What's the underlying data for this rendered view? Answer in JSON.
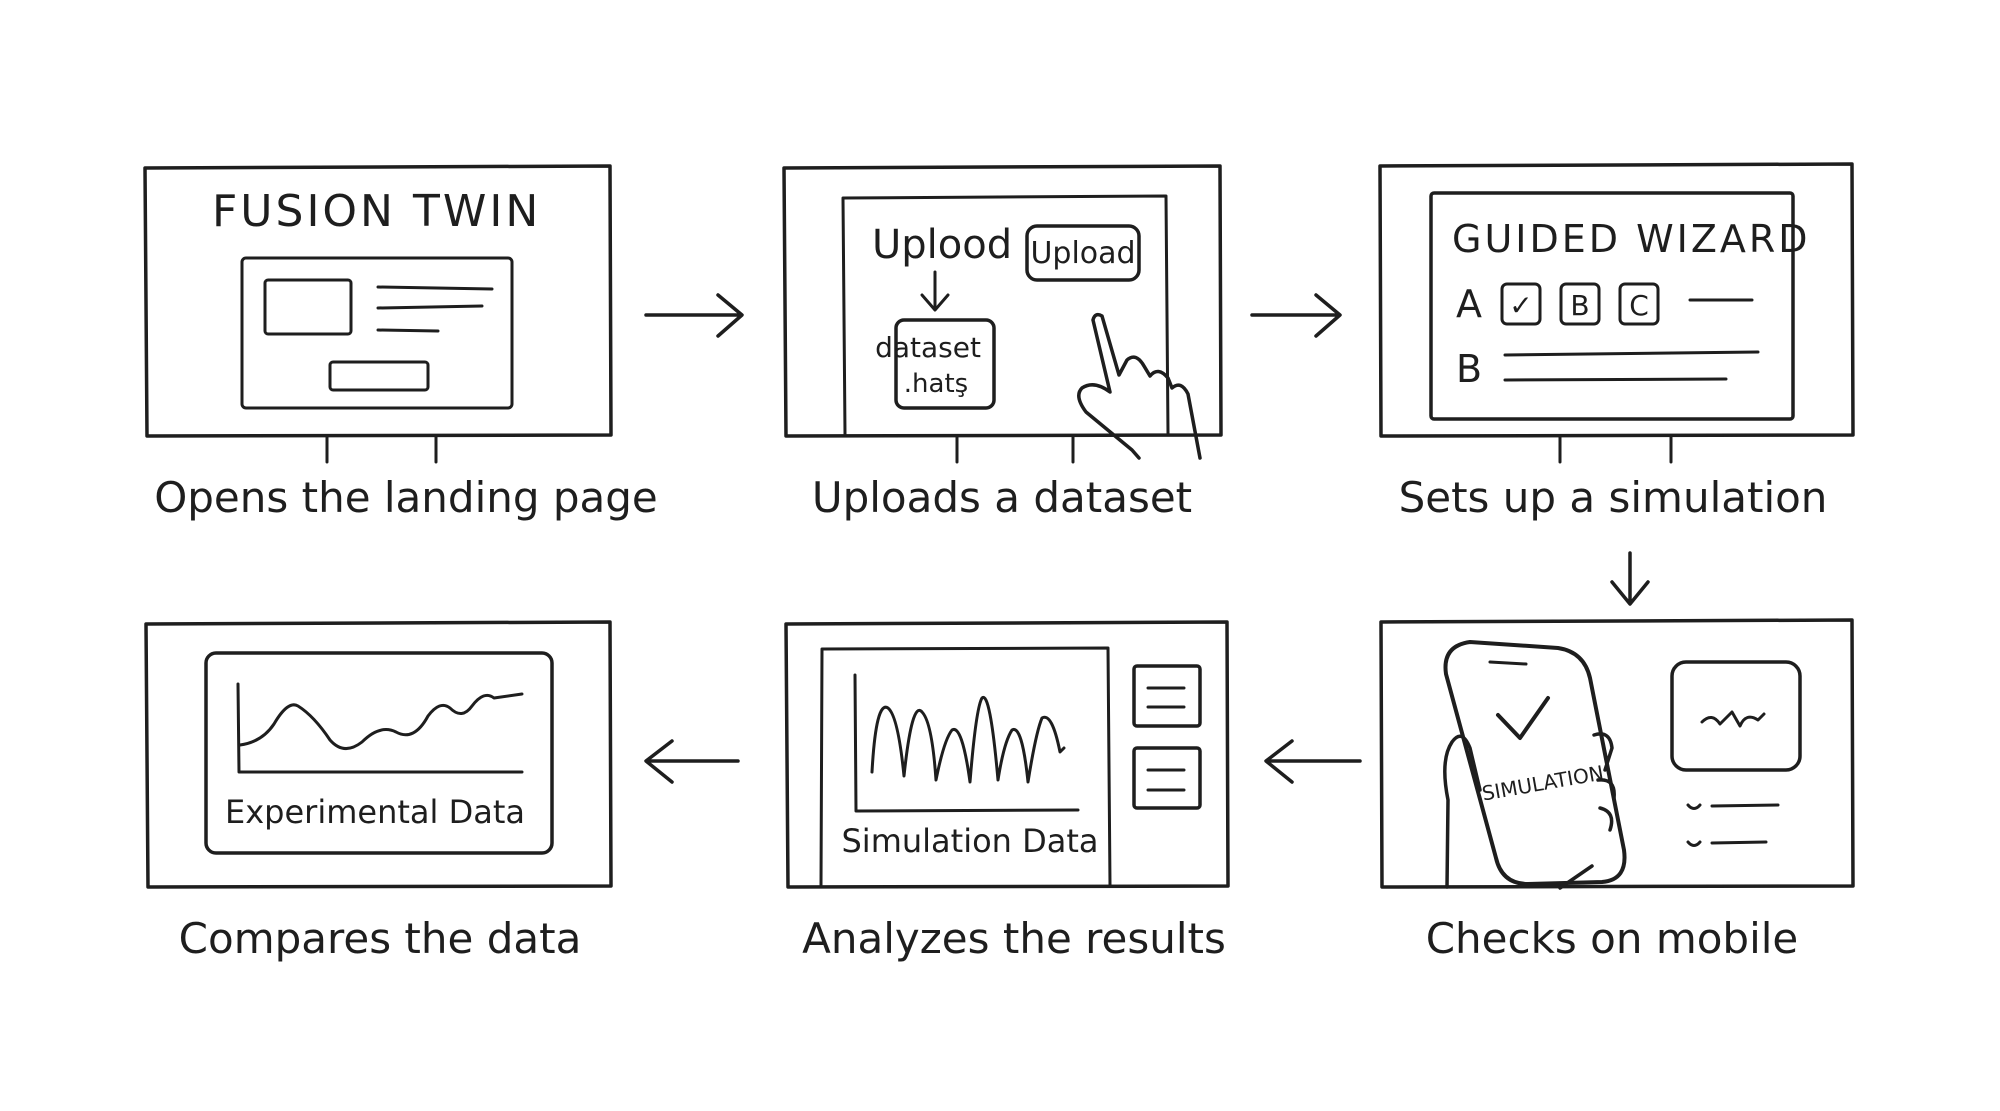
{
  "flow": {
    "steps": [
      {
        "caption": "Opens the landing page",
        "screen_title": "FUSION TWIN"
      },
      {
        "caption": "Uploads a dataset",
        "screen_text": "Uplood",
        "button_label": "Upload",
        "file_line1": "dataset",
        "file_line2": ".hatş"
      },
      {
        "caption": "Sets up a simulation",
        "screen_title": "GUIDED WIZARD",
        "row_a": "A",
        "row_b": "B",
        "option_1": "✓",
        "option_2": "B",
        "option_3": "C"
      },
      {
        "caption": "Checks on mobile",
        "phone_label": "SIMULATION"
      },
      {
        "caption": "Analyzes the results",
        "chart_label": "Simulation Data"
      },
      {
        "caption": "Compares the data",
        "chart_label": "Experimental Data"
      }
    ]
  },
  "colors": {
    "ink": "#1e1e1e",
    "background": "#ffffff"
  }
}
